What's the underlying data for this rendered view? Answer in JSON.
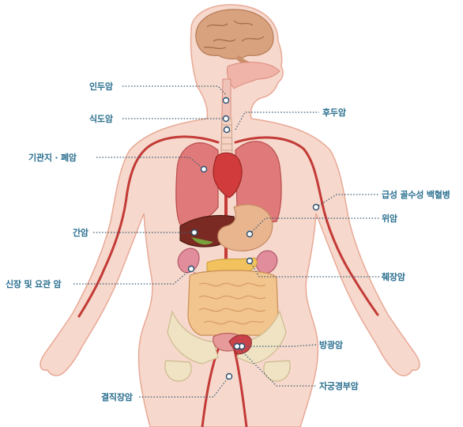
{
  "diagram": {
    "labels": {
      "larynx": "후두암",
      "pharynx": "인두암",
      "esophagus": "식도암",
      "bronchus_lung": "기관지 ·  폐암",
      "leukemia": "급성 골수성 백혈병",
      "stomach": "위암",
      "liver": "간암",
      "pancreas": "췌장암",
      "kidney_ureter": "신장 및 요관 암",
      "bladder": "방광암",
      "cervix": "자궁경부암",
      "colorectal": "결직장암"
    },
    "colors": {
      "label_text": "#2a6f8f",
      "leader_line": "#3a5a73",
      "body_skin": "#f6d8cc",
      "body_outline": "#e8a996",
      "organ_red": "#c9444a",
      "lung": "#e07a7a",
      "liver": "#7a2a22",
      "stomach": "#e9b58f",
      "intestine": "#f2c48e",
      "bone": "#efe3c4",
      "brain": "#d9a27e"
    }
  }
}
